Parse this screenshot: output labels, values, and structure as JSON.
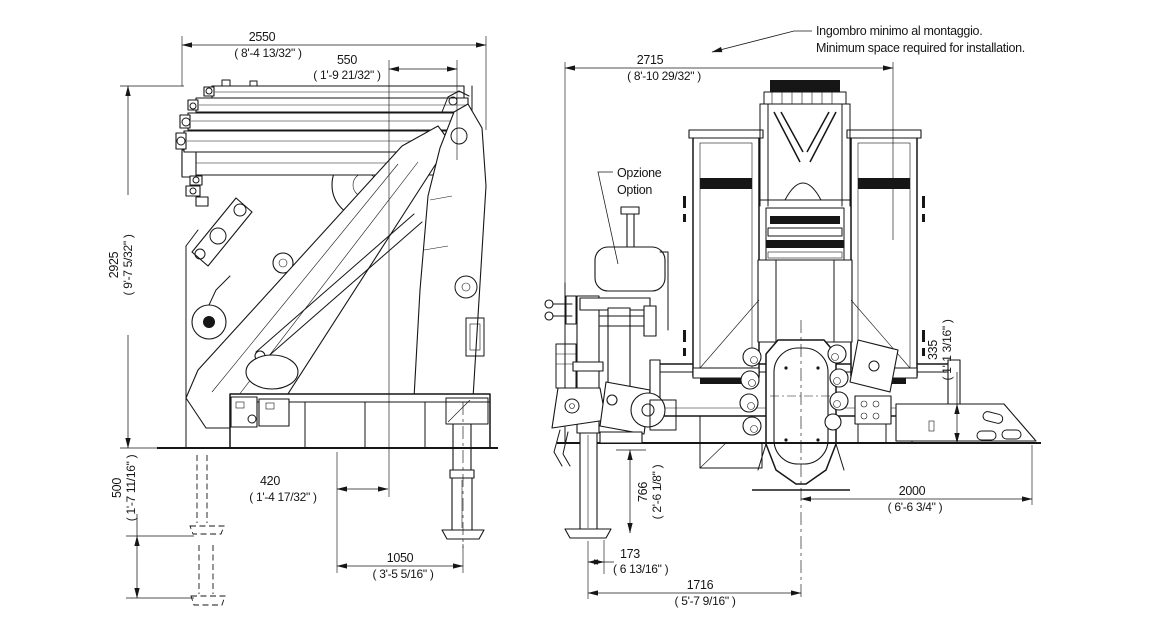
{
  "drawing": {
    "note": {
      "line1": "Ingombro minimo al montaggio.",
      "line2": "Minimum space required for installation."
    },
    "option_label": {
      "line1": "Opzione",
      "line2": "Option"
    },
    "side_view": {
      "dims": {
        "overall_width": {
          "mm": "2550",
          "imperial": "( 8'-4 13/32\" )"
        },
        "boom_tip": {
          "mm": "550",
          "imperial": "( 1'-9 21/32\" )"
        },
        "overall_height": {
          "mm": "2925",
          "imperial": "( 9'-7 5/32\" )"
        },
        "outrigger_extension": {
          "mm": "500",
          "imperial": "( 1'-7 11/16\" )"
        },
        "mount_offset": {
          "mm": "420",
          "imperial": "( 1'-4 17/32\" )"
        },
        "stabilizer_offset": {
          "mm": "1050",
          "imperial": "( 3'-5 5/16\" )"
        }
      }
    },
    "front_view": {
      "dims": {
        "overall_width": {
          "mm": "2715",
          "imperial": "( 8'-10 29/32\" )"
        },
        "base_height": {
          "mm": "335",
          "imperial": "( 1'-1 3/16\" )"
        },
        "leg_height": {
          "mm": "766",
          "imperial": "( 2'-6 1/8\" )"
        },
        "foot_offset": {
          "mm": "173",
          "imperial": "( 6 13/16\" )"
        },
        "leg_to_center": {
          "mm": "1716",
          "imperial": "( 5'-7 9/16\" )"
        },
        "center_to_edge": {
          "mm": "2000",
          "imperial": "( 6'-6 3/4\" )"
        }
      }
    },
    "colors": {
      "line": "#161616",
      "background": "#ffffff"
    }
  }
}
